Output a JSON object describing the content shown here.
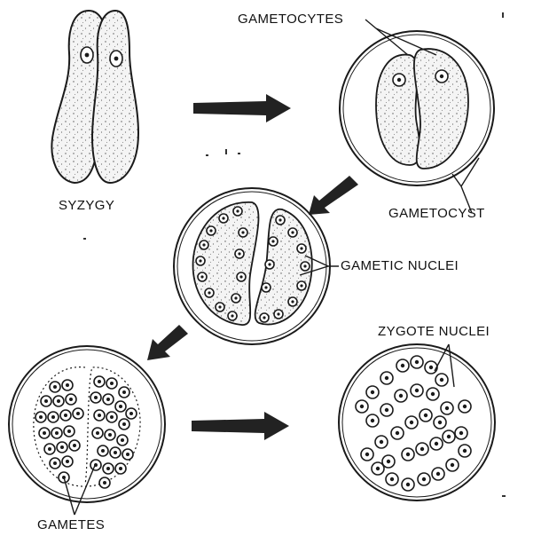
{
  "labels": {
    "syzygy": "SYZYGY",
    "gametocytes": "GAMETOCYTES",
    "gametocyst": "GAMETOCYST",
    "gametic_nuclei": "GAMETIC NUCLEI",
    "zygote_nuclei": "ZYGOTE NUCLEI",
    "gametes": "GAMETES"
  },
  "stages": [
    "syzygy",
    "gametocyst",
    "gametic-nuclei",
    "gametes",
    "zygote-nuclei"
  ]
}
